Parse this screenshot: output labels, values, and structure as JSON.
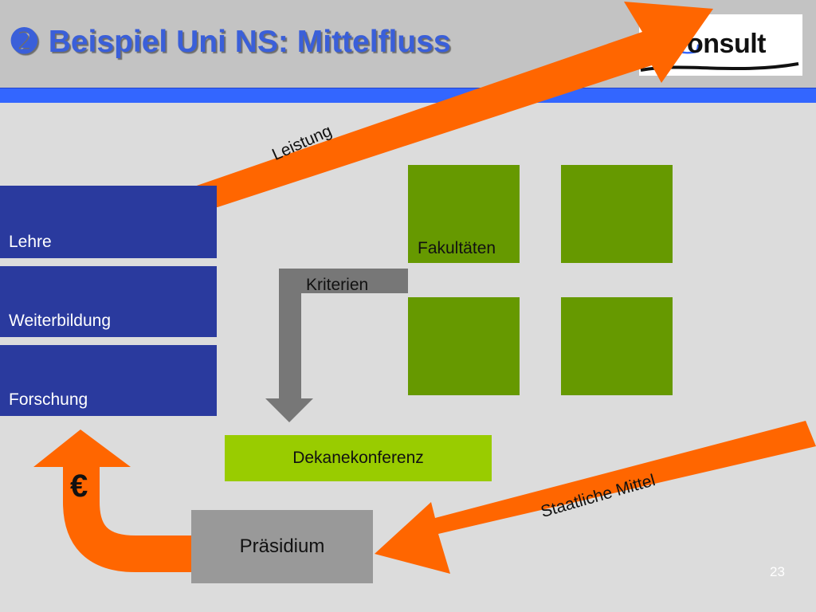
{
  "title": {
    "number": "➋",
    "text": "Beispiel Uni NS: Mittelfluss"
  },
  "logo": {
    "letter": "C",
    "text": "onsult"
  },
  "blocks": {
    "lehre": "Lehre",
    "weiterbildung": "Weiterbildung",
    "forschung": "Forschung"
  },
  "labels": {
    "leistung": "Leistung",
    "fakultaeten": "Fakultäten",
    "kriterien": "Kriterien",
    "dekanekonferenz": "Dekanekonferenz",
    "praesidium": "Präsidium",
    "staatliche_mittel": "Staatliche Mittel",
    "euro": "€"
  },
  "page_number": "23",
  "colors": {
    "orange_arrow": "#ff6600",
    "blue_block": "#2a3a9e",
    "green_box": "#669900",
    "light_green": "#99cc00",
    "grey_box": "#999999",
    "title_blue": "#3a5fd9"
  }
}
